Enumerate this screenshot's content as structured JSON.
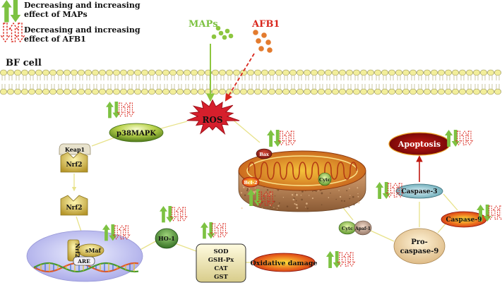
{
  "legend": {
    "maps_text_line1": "Decreasing and increasing",
    "maps_text_line2": "effect of MAPs",
    "afb1_text_line1": "Decreasing and increasing",
    "afb1_text_line2": "effect of AFB1"
  },
  "labels": {
    "maps": "MAPs",
    "afb1": "AFB1",
    "cell": "BF cell",
    "ros": "ROS",
    "p38": "p38MAPK",
    "keap1": "Keap1",
    "nrf2_top": "Nrf2",
    "nrf2_mid": "Nrf2",
    "nrf2_dna": "Nrf2",
    "smaf": "sMaf",
    "are": "ARE",
    "ho1": "HO-1",
    "enzyme_sod": "SOD",
    "enzyme_gsh": "GSH-Px",
    "enzyme_cat": "CAT",
    "enzyme_gst": "GST",
    "oxidative": "Oxidative damage",
    "bax": "Bax",
    "bcl2": "Bcl-2",
    "cytc_mito": "Cytc",
    "cytc": "Cytc",
    "apaf1": "Apaf-1",
    "caspase3": "Caspase-3",
    "caspase9": "Caspase-9",
    "procasp_line1": "Pro-",
    "procasp_line2": "caspase-9",
    "apoptosis": "Apoptosis"
  },
  "colors": {
    "maps_green": "#7dc242",
    "afb1_red": "#d9261c",
    "afb1_orange": "#e37b2e",
    "membrane": "#f2ee9a",
    "ros": "#d61f2c"
  },
  "icons": {
    "green_arrows": "up-down-green-arrows",
    "red_arrows": "dashed-red-arrows"
  }
}
